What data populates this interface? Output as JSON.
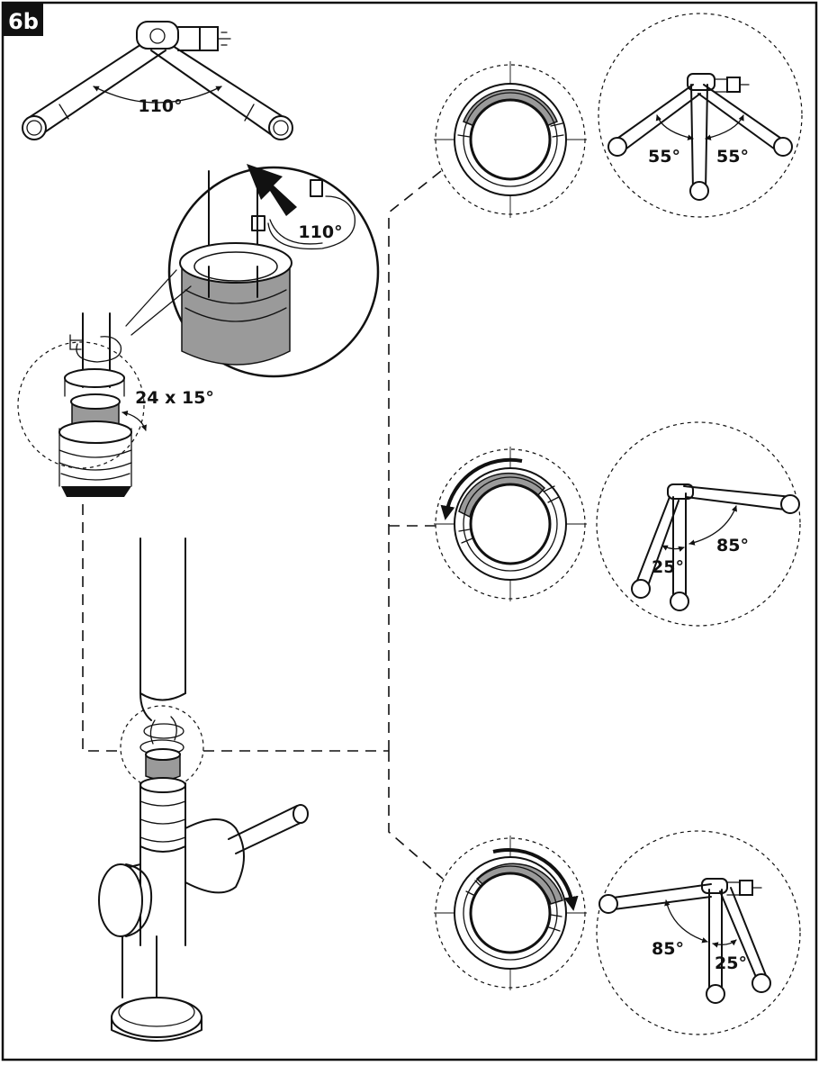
{
  "step": {
    "label": "6b"
  },
  "top_view": {
    "angle_label": "110°"
  },
  "detail_zoom": {
    "angle_label": "110°"
  },
  "clip_detail": {
    "label": "24 x 15°"
  },
  "position_1": {
    "left_label": "55°",
    "right_label": "55°"
  },
  "position_2": {
    "left_label": "25°",
    "right_label": "85°"
  },
  "position_3": {
    "left_label": "85°",
    "right_label": "25°"
  },
  "colors": {
    "line": "#111111",
    "grey_fill": "#9a9a9a",
    "background": "#ffffff"
  }
}
